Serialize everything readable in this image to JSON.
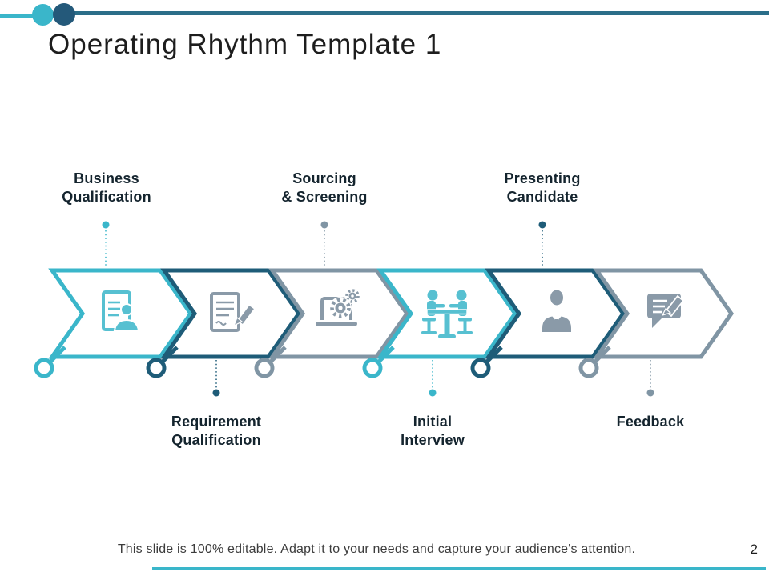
{
  "slide": {
    "title": "Operating Rhythm Template 1",
    "footer": "This slide is 100% editable. Adapt it to your needs and capture your audience's attention.",
    "page_number": "2"
  },
  "colors": {
    "cyan": "#3ab6ca",
    "dark_teal": "#1e5c78",
    "slate": "#8095a4",
    "icon_cyan": "#57c0d1",
    "icon_slate": "#8a9aa8",
    "header_line_dark": "#2b6e89",
    "header_circle_dark": "#24597a",
    "title_text": "#1d1d1d",
    "label_text": "#14242e",
    "footer_text": "#3c3c3c"
  },
  "steps": [
    {
      "label": "Business\nQualification",
      "position": "top",
      "color": "cyan",
      "icon": "resume-icon"
    },
    {
      "label": "Requirement\nQualification",
      "position": "bottom",
      "color": "dark_teal",
      "icon": "document-edit-icon"
    },
    {
      "label": "Sourcing\n& Screening",
      "position": "top",
      "color": "slate",
      "icon": "laptop-gears-icon"
    },
    {
      "label": "Initial\nInterview",
      "position": "bottom",
      "color": "cyan",
      "icon": "interview-icon"
    },
    {
      "label": "Presenting\nCandidate",
      "position": "top",
      "color": "dark_teal",
      "icon": "businessman-icon"
    },
    {
      "label": "Feedback",
      "position": "bottom",
      "color": "slate",
      "icon": "chat-edit-icon"
    }
  ]
}
